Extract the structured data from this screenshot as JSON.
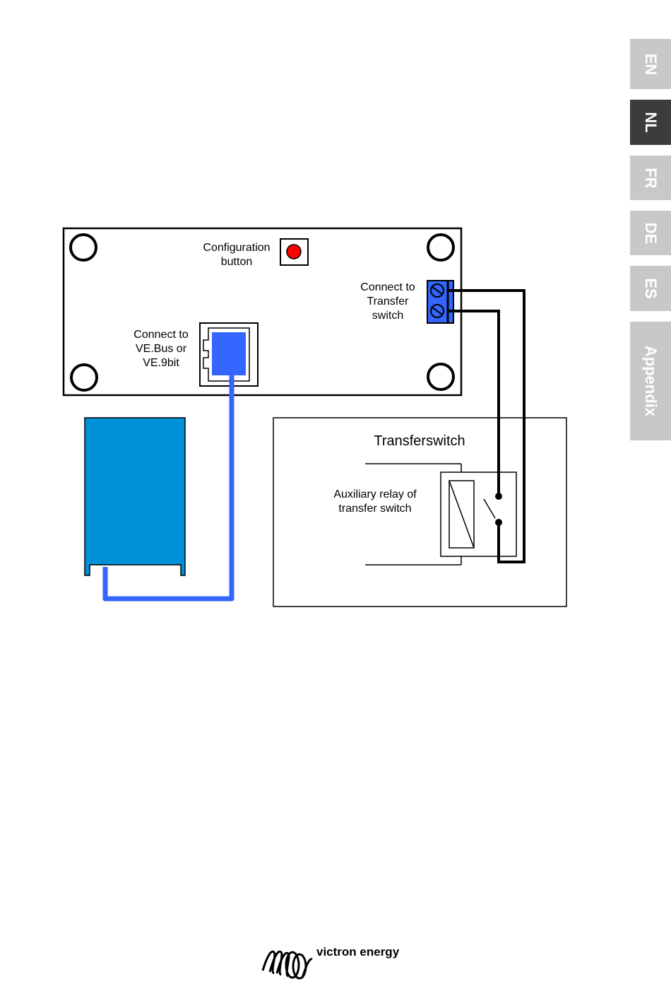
{
  "language_tabs": [
    {
      "label": "EN",
      "active": false
    },
    {
      "label": "NL",
      "active": true
    },
    {
      "label": "FR",
      "active": false
    },
    {
      "label": "DE",
      "active": false
    },
    {
      "label": "ES",
      "active": false
    },
    {
      "label": "Appendix",
      "active": false
    }
  ],
  "board": {
    "config_label_1": "Configuration",
    "config_label_2": "button",
    "transfer_label_1": "Connect to",
    "transfer_label_2": "Transfer",
    "transfer_label_3": "switch",
    "vebus_label_1": "Connect to",
    "vebus_label_2": "VE.Bus or",
    "vebus_label_3": "VE.9bit"
  },
  "transfer_switch": {
    "title": "Transferswitch",
    "relay_label_1": "Auxiliary relay of",
    "relay_label_2": "transfer switch"
  },
  "footer": {
    "brand": "victron energy"
  },
  "colors": {
    "connector_blue": "#3366ff",
    "device_blue": "#0092d8",
    "button_red": "#ff0000",
    "tab_inactive": "#c8c8c8",
    "tab_active": "#3c3c3c"
  }
}
